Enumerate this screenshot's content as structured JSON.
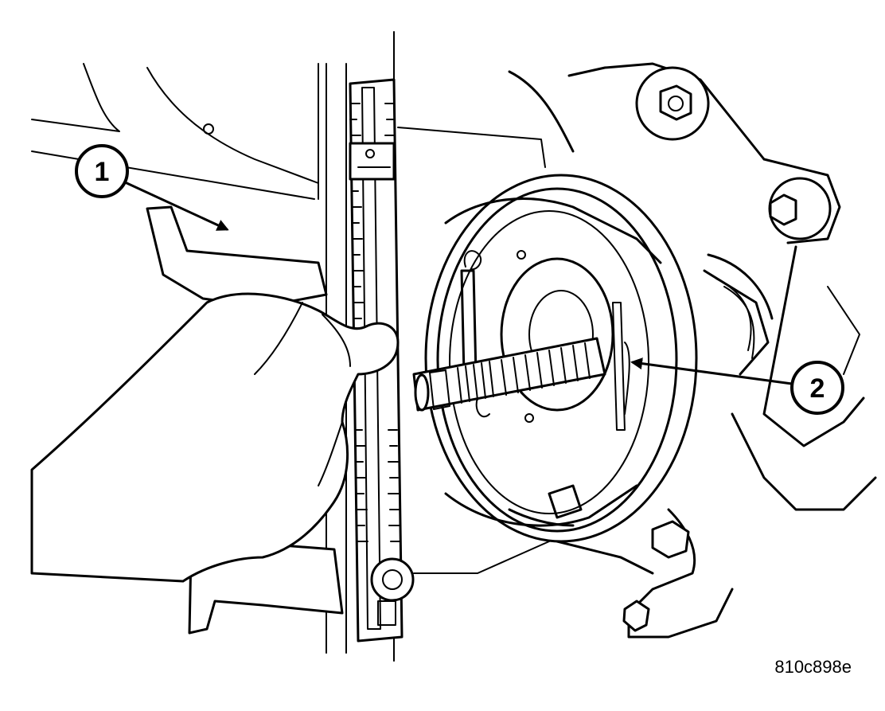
{
  "callouts": [
    {
      "label": "1"
    },
    {
      "label": "2"
    }
  ],
  "figure_code": "810c898e"
}
